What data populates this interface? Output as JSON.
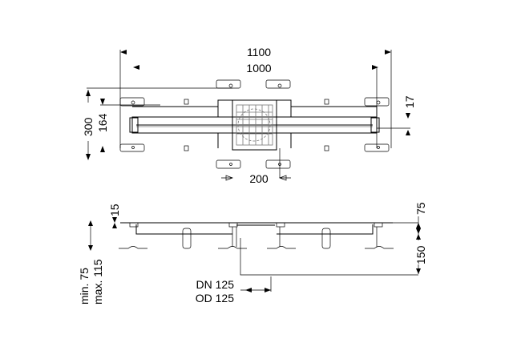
{
  "drawing": {
    "top_view": {
      "width_overall": "1100",
      "width_channel": "1000",
      "depth_overall": "300",
      "depth_channel": "164",
      "offset": "17",
      "outlet_box": "200"
    },
    "side_view": {
      "grate_height": "15",
      "right_height": "75",
      "outlet_depth": "150",
      "height_min": "min. 75",
      "height_max": "max. 115",
      "outlet_dn": "DN 125",
      "outlet_od": "OD 125"
    }
  }
}
